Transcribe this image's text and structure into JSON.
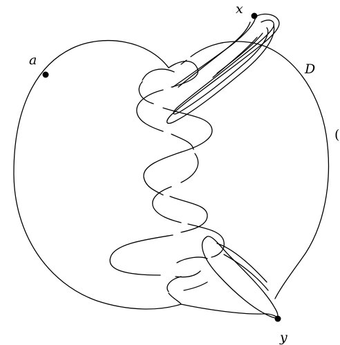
{
  "diagram": {
    "labels": {
      "a": "a",
      "x": "x",
      "d": "D",
      "y": "y",
      "edge": "("
    },
    "colors": {
      "stroke": "#000000",
      "background": "#ffffff"
    }
  }
}
